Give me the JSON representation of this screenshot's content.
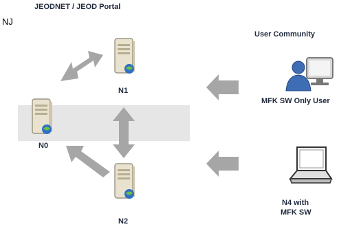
{
  "header": {
    "title": "JEODNET / JEOD Portal",
    "corner_label": "NJ"
  },
  "network": {
    "nodes": [
      {
        "id": "N1",
        "label": "N1"
      },
      {
        "id": "N0",
        "label": "N0"
      },
      {
        "id": "N2",
        "label": "N2"
      }
    ]
  },
  "community": {
    "title": "User Community",
    "users": [
      {
        "label": "MFK SW Only User"
      },
      {
        "label_line1": "N4 with",
        "label_line2": "MFK SW"
      }
    ]
  },
  "colors": {
    "arrow": "#a6a6a6",
    "band": "#e8e8e8",
    "server_body": "#e9e2cf",
    "globe": "#2f6fc4",
    "user": "#3e6db5"
  }
}
